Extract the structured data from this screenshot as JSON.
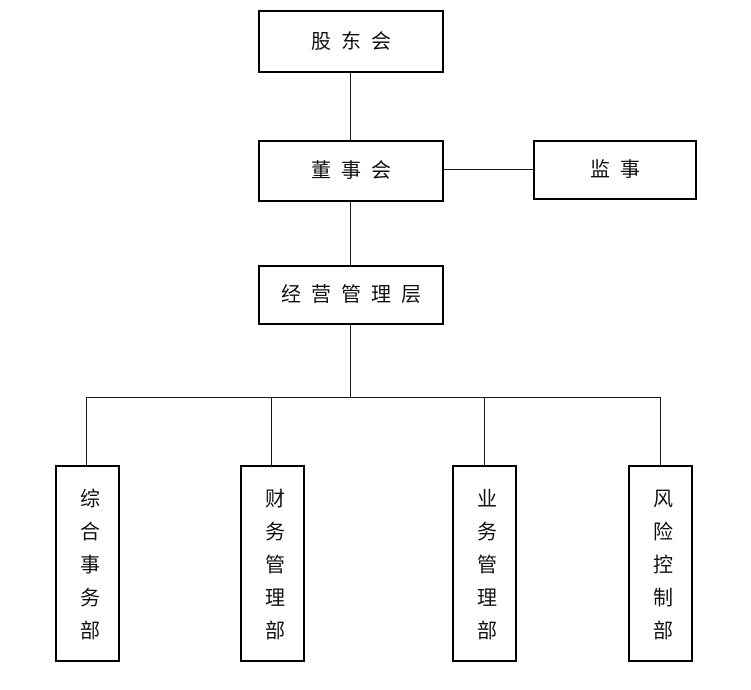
{
  "diagram": {
    "type": "org-chart",
    "background_color": "#ffffff",
    "line_color": "#1a1a1a",
    "box_border_color": "#000000",
    "nodes": {
      "shareholders": {
        "label": "股东会",
        "level": 1,
        "text_direction": "horizontal"
      },
      "board": {
        "label": "董事会",
        "level": 2,
        "text_direction": "horizontal"
      },
      "supervisor": {
        "label": "监事",
        "level": 2,
        "text_direction": "horizontal"
      },
      "management": {
        "label": "经营管理层",
        "level": 3,
        "text_direction": "horizontal"
      },
      "dept_general": {
        "label": "综合事务部",
        "level": 4,
        "text_direction": "vertical"
      },
      "dept_finance": {
        "label": "财务管理部",
        "level": 4,
        "text_direction": "vertical"
      },
      "dept_business": {
        "label": "业务管理部",
        "level": 4,
        "text_direction": "vertical"
      },
      "dept_risk": {
        "label": "风险控制部",
        "level": 4,
        "text_direction": "vertical"
      }
    },
    "edges": [
      {
        "from": "shareholders",
        "to": "board"
      },
      {
        "from": "board",
        "to": "supervisor"
      },
      {
        "from": "board",
        "to": "management"
      },
      {
        "from": "management",
        "to": "dept_general"
      },
      {
        "from": "management",
        "to": "dept_finance"
      },
      {
        "from": "management",
        "to": "dept_business"
      },
      {
        "from": "management",
        "to": "dept_risk"
      }
    ]
  }
}
